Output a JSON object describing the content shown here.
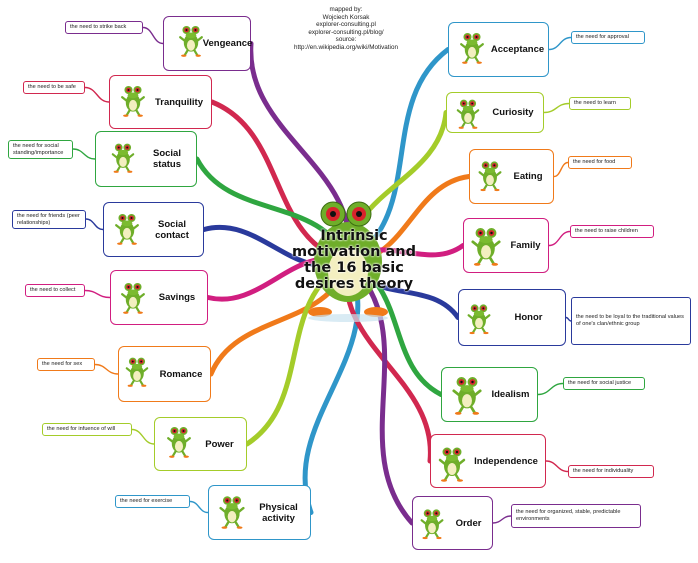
{
  "credits": [
    "mapped by:",
    "Wojciech Korsak",
    "explorer-consulting.pl",
    "explorer-consulting.pl/blog/",
    "source:",
    "http://en.wikipedia.org/wiki/Motivation"
  ],
  "center_title": [
    "Intrinsic",
    "motivation and",
    "the 16 basic",
    "desires theory"
  ],
  "left_desires": [
    {
      "label": "Vengeance",
      "note": "the need to strike back",
      "color": "#7a2d8e"
    },
    {
      "label": "Tranquility",
      "note": "the need to be safe",
      "color": "#d1284f"
    },
    {
      "label": "Social status",
      "note": "the need for social standing/importance",
      "color": "#2fa640"
    },
    {
      "label": "Social contact",
      "note": "the need for friends (peer relationships)",
      "color": "#2a3a9c"
    },
    {
      "label": "Savings",
      "note": "the need to collect",
      "color": "#d11e80"
    },
    {
      "label": "Romance",
      "note": "the need for sex",
      "color": "#f07a1a"
    },
    {
      "label": "Power",
      "note": "the need for infuence of will",
      "color": "#a4cc2a"
    },
    {
      "label": "Physical activity",
      "note": "the need for exercise",
      "color": "#2f96c9"
    }
  ],
  "right_desires": [
    {
      "label": "Acceptance",
      "note": "the need for approval",
      "color": "#2f96c9"
    },
    {
      "label": "Curiosity",
      "note": "the need to learn",
      "color": "#a4cc2a"
    },
    {
      "label": "Eating",
      "note": "the need for food",
      "color": "#f07a1a"
    },
    {
      "label": "Family",
      "note": "the need to raise children",
      "color": "#d11e80"
    },
    {
      "label": "Honor",
      "note": "the need to be loyal to the traditional values of one's clan/ethnic group",
      "color": "#2a3a9c"
    },
    {
      "label": "Idealism",
      "note": "the need for social justice",
      "color": "#2fa640"
    },
    {
      "label": "Independence",
      "note": "the need for individuality",
      "color": "#d1284f"
    },
    {
      "label": "Order",
      "note": "the need for organized, stable, predictable environments",
      "color": "#7a2d8e"
    }
  ]
}
